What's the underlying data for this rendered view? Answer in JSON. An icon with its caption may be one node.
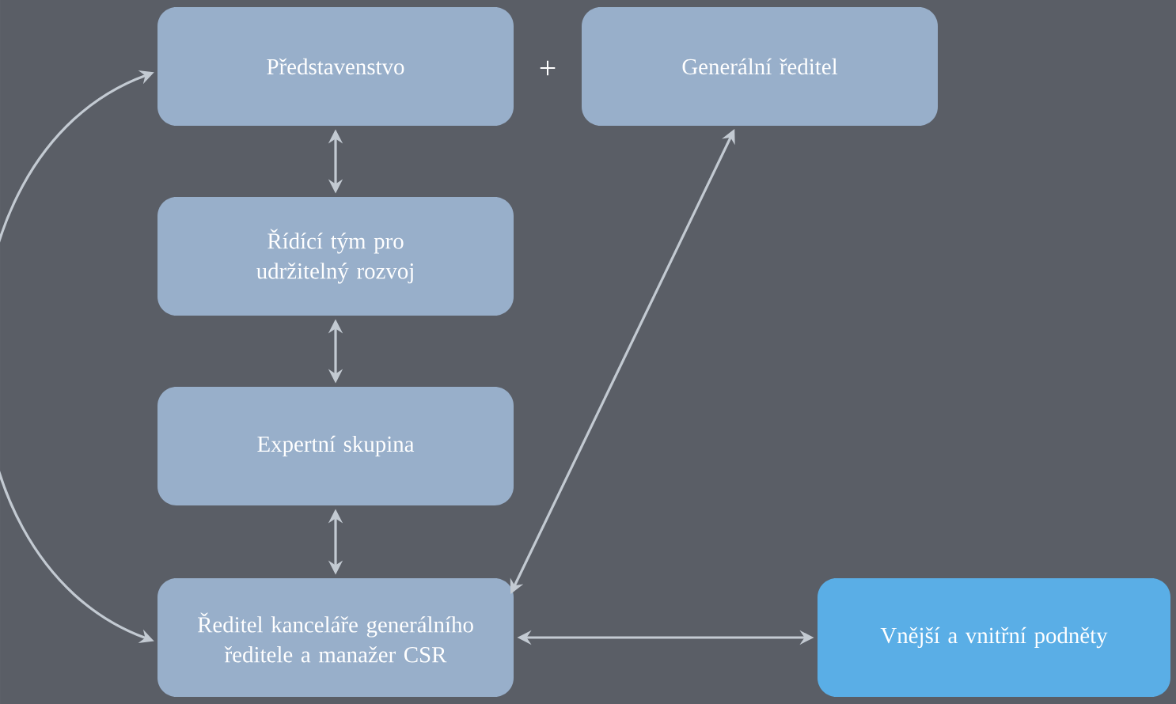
{
  "diagram": {
    "nodes": [
      {
        "text": [
          "Představenstvo"
        ]
      },
      {
        "text": [
          "Generální ředitel"
        ]
      },
      {
        "text": [
          "Řídící tým pro udržitelný rozvoj"
        ]
      },
      {
        "text": [
          "Expertní skupina"
        ]
      },
      {
        "text": [
          "Ředitel kanceláře generálního ředitele a manažer CSR"
        ]
      },
      {
        "text": [
          "Vnější a vnitřní podněty"
        ]
      }
    ],
    "edges": [
      {
        "from": 0,
        "to": 2,
        "arrow": "both"
      },
      {
        "from": 2,
        "to": 3,
        "arrow": "both"
      },
      {
        "from": 3,
        "to": 4,
        "arrow": "both"
      },
      {
        "from": 0,
        "to": 4,
        "arrow": "both"
      },
      {
        "from": 1,
        "to": 4,
        "arrow": "both"
      },
      {
        "from": 4,
        "to": 5,
        "arrow": "both"
      }
    ],
    "labels": [
      "+"
    ]
  }
}
